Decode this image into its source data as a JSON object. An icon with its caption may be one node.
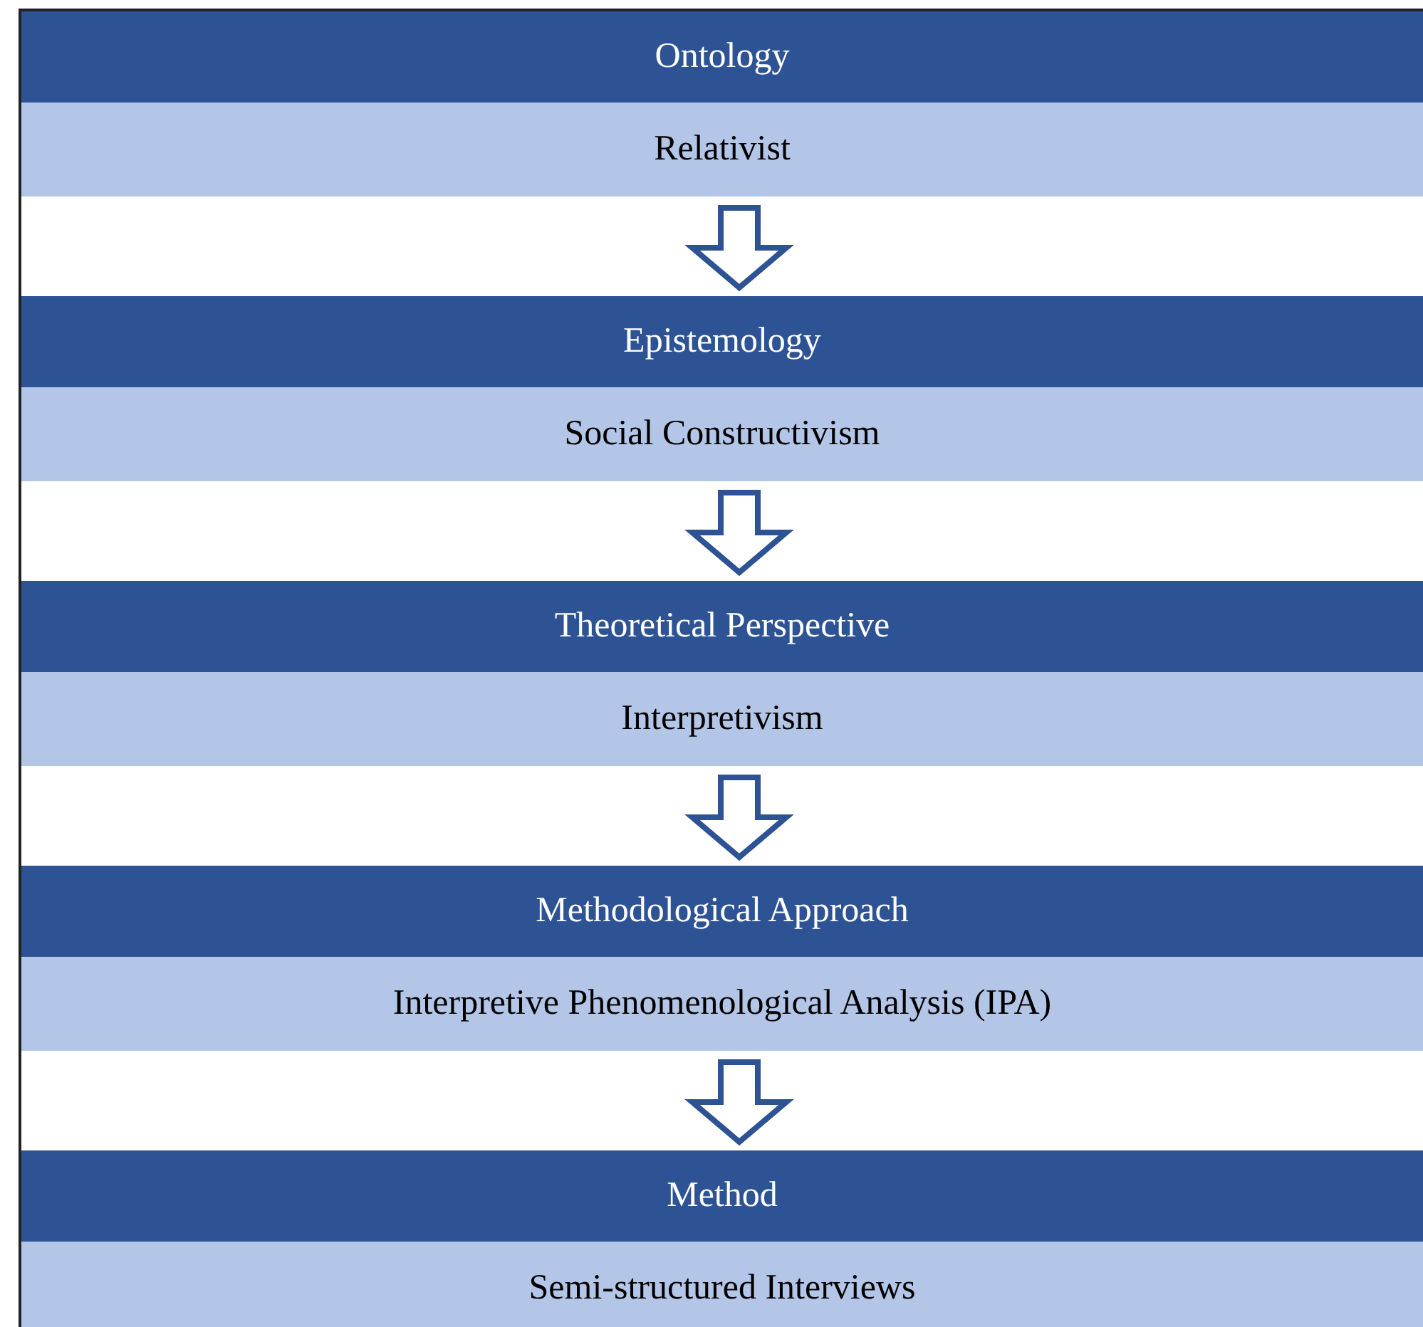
{
  "diagram": {
    "nodes": [
      {
        "text": [
          "Ontology"
        ]
      },
      {
        "text": [
          "Relativist"
        ]
      },
      {
        "text": [
          "Epistemology"
        ]
      },
      {
        "text": [
          "Social Constructivism"
        ]
      },
      {
        "text": [
          "Theoretical Perspective"
        ]
      },
      {
        "text": [
          "Interpretivism"
        ]
      },
      {
        "text": [
          "Methodological Approach"
        ]
      },
      {
        "text": [
          "Interpretive Phenomenological Analysis (IPA)"
        ]
      },
      {
        "text": [
          "Method"
        ]
      },
      {
        "text": [
          "Semi-structured Interviews"
        ]
      }
    ],
    "edges": [
      {
        "from": 1,
        "to": 2,
        "arrow": "to"
      },
      {
        "from": 3,
        "to": 4,
        "arrow": "to"
      },
      {
        "from": 5,
        "to": 6,
        "arrow": "to"
      },
      {
        "from": 7,
        "to": 8,
        "arrow": "to"
      }
    ]
  }
}
